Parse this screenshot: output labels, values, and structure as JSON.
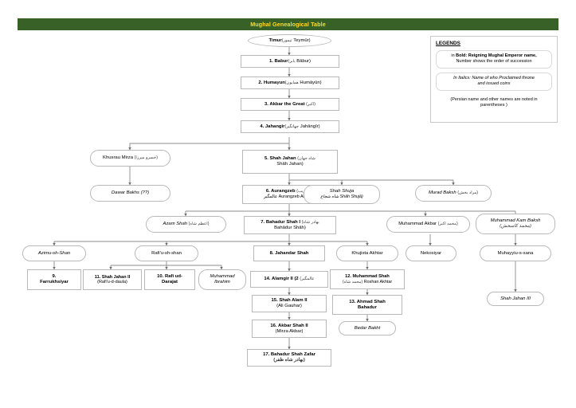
{
  "header": {
    "title": "Mughal Genealogical Table",
    "bar_color": "#376127",
    "title_color": "#ffdd22"
  },
  "legend": {
    "heading": "LEGENDS",
    "items": [
      {
        "id": "legend-bold",
        "lead": "in ",
        "bold": "Bold: Reigning Mughal Emperor name,",
        "rest": "Number shows the order of succession"
      },
      {
        "id": "legend-italics",
        "italic_line1": "In Italics: Name of who Proclaimed throne",
        "italic_line2": "and issued coins"
      },
      {
        "id": "legend-persian",
        "line1": "(Persian name and other names are noted in",
        "line2": "parentheses )"
      }
    ]
  },
  "nodes": [
    {
      "id": "timur",
      "line1": "Timur",
      "persian": "(تیمور",
      "line1_tail": " Teymūr)",
      "line2": ""
    },
    {
      "id": "babur",
      "line1": "1. Babur",
      "persian": "(بابر",
      "line1_tail": " Bābur)",
      "line2": ""
    },
    {
      "id": "humayun",
      "line1": "2. Humayun",
      "persian": "(همایون",
      "line1_tail": " Humāyūn)",
      "line2": ""
    },
    {
      "id": "akbar-the-great",
      "line1": "3. Akbar the Great",
      "persian": "(اکبر)",
      "line1_tail": "",
      "line2": ""
    },
    {
      "id": "jahangir",
      "line1": "4. Jahangir",
      "persian": "(جهانگیر",
      "line1_tail": " Jahāngīr)",
      "line2": ""
    },
    {
      "id": "khusrau-mirza",
      "line1": "Khusrau Mirza",
      "persian": "(خسرو میرزا)",
      "line1_tail": "",
      "line2": ""
    },
    {
      "id": "dawar-bakhs",
      "line1": "Dawar Bakhs (??)",
      "persian": "",
      "line1_tail": "",
      "line2": ""
    },
    {
      "id": "shah-jahan",
      "line1": "5. Shah Jahan",
      "persian": "(شاه جهان",
      "line1_tail": "",
      "line2": "Shāh Jahan)"
    },
    {
      "id": "aurangzeb",
      "line1": "6. Aurangzeb",
      "persian": "(اورنگزیب",
      "line1_tail": "",
      "line2": "عالمگیر Aurangzeb Alamgir)"
    },
    {
      "id": "shah-shuja",
      "line1": "Shah Shuja",
      "persian": "",
      "line1_tail": "",
      "line2": "شاه شجاع Shāh Shujā)"
    },
    {
      "id": "murad-baksh",
      "line1": "Murad Baksh",
      "persian": "(مراد بخش)",
      "line1_tail": "",
      "line2": ""
    },
    {
      "id": "azam-shah",
      "line1": "Azam Shah",
      "persian": "(اعظم شاه)",
      "line1_tail": "",
      "line2": ""
    },
    {
      "id": "bahadur-shah-i",
      "line1": "7. Bahadur Shah I",
      "persian": "(بهادر شاه",
      "line1_tail": "",
      "line2": "Bahādur Shāh)"
    },
    {
      "id": "muhammad-akbar",
      "line1": "Muhammad Akbar",
      "persian": "(محمد اکبر)",
      "line1_tail": "",
      "line2": ""
    },
    {
      "id": "muhammad-kam-baksh",
      "line1": "Muhammad Kam Baksh",
      "persian": "(محمد کامبخش)",
      "line1_tail": "",
      "line2": ""
    },
    {
      "id": "azimu-sh-shan",
      "line1": "Azimu-sh-Shan",
      "persian": "",
      "line1_tail": "",
      "line2": ""
    },
    {
      "id": "rafiu-sh-shan",
      "line1": "Rafi'u-sh-shan",
      "persian": "",
      "line1_tail": "",
      "line2": ""
    },
    {
      "id": "jahandar-shah",
      "line1": "8. Jahandar Shah",
      "persian": "",
      "line1_tail": "",
      "line2": ""
    },
    {
      "id": "khujista-akhtar",
      "line1": "Khujista Akhtar",
      "persian": "",
      "line1_tail": "",
      "line2": ""
    },
    {
      "id": "nekosiyar",
      "line1": "Nekosiyar",
      "persian": "",
      "line1_tail": "",
      "line2": ""
    },
    {
      "id": "muhayyiu-s-sana",
      "line1": "Muhayyiu-s-sana",
      "persian": "",
      "line1_tail": "",
      "line2": ""
    },
    {
      "id": "farrukhsiyar",
      "line1": "9.",
      "persian": "",
      "line1_tail": "",
      "line2": "Farrukhsiyar"
    },
    {
      "id": "shah-jahan-ii",
      "line1": "11. Shah Jahan II",
      "persian": "",
      "line1_tail": "",
      "line2": "(Rafi'u-d-daula)"
    },
    {
      "id": "rafi-ud-darajat",
      "line1": "10. Rafi ud-",
      "persian": "",
      "line1_tail": "",
      "line2": "Darajat"
    },
    {
      "id": "muhammad-ibrahim",
      "line1": "Muhammad",
      "persian": "",
      "line1_tail": "",
      "line2": "Ibrahim"
    },
    {
      "id": "alamgir-ii",
      "line1": "14. Alamgir II (2",
      "persian": "(عالمگیر",
      "line1_tail": "",
      "line2": ""
    },
    {
      "id": "muhammad-shah",
      "line1": "12. Muhammad Shah",
      "persian": "(محمد شاه)",
      "line1_tail": " Roshan Akhtar",
      "line2": ""
    },
    {
      "id": "ahmad-shah-bahadur",
      "line1": "13. Ahmad Shah",
      "persian": "",
      "line1_tail": "",
      "line2": "Bahadur"
    },
    {
      "id": "bedar-bakht",
      "line1": "Bedar Bakht",
      "persian": "",
      "line1_tail": "",
      "line2": ""
    },
    {
      "id": "shah-jahan-iii",
      "line1": "Shah Jahan III",
      "persian": "",
      "line1_tail": "",
      "line2": ""
    },
    {
      "id": "shah-alam-ii",
      "line1": "15. Shah Alam II",
      "persian": "",
      "line1_tail": "",
      "line2": "(Ali Gauhar)"
    },
    {
      "id": "akbar-shah-ii",
      "line1": "16. Akbar Shah II",
      "persian": "",
      "line1_tail": "",
      "line2": "(Mirza Akbar)"
    },
    {
      "id": "bahadur-shah-zafar",
      "line1": "17. Bahadur Shah Zafar",
      "persian": "(بهادر شاه ظفر)",
      "line1_tail": "",
      "line2": ""
    }
  ]
}
